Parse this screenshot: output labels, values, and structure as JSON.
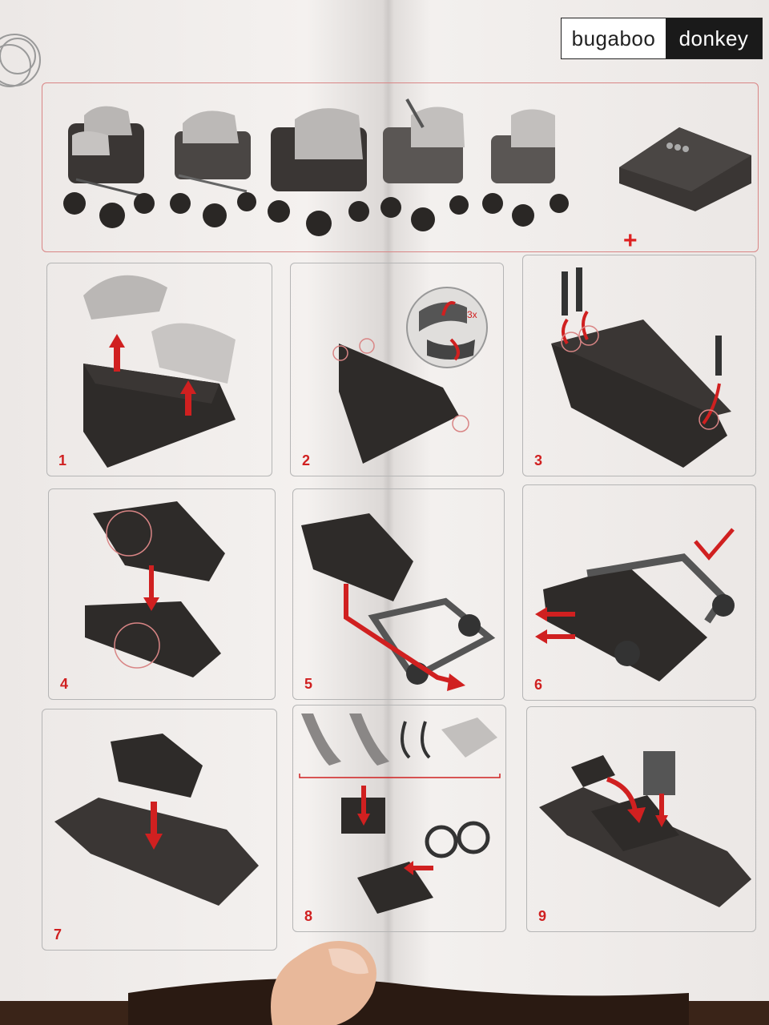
{
  "brand": {
    "left": "bugaboo",
    "right": "donkey"
  },
  "header": {
    "plus": "+"
  },
  "steps": [
    {
      "number": "1",
      "name": "remove-canopy-and-cover"
    },
    {
      "number": "2",
      "name": "release-clips",
      "badge": "3x"
    },
    {
      "number": "3",
      "name": "pull-straps"
    },
    {
      "number": "4",
      "name": "fold-carrycot"
    },
    {
      "number": "5",
      "name": "attach-to-chassis"
    },
    {
      "number": "6",
      "name": "check-attached"
    },
    {
      "number": "7",
      "name": "place-on-board"
    },
    {
      "number": "8",
      "name": "pack-parts"
    },
    {
      "number": "9",
      "name": "place-remaining-parts"
    }
  ],
  "colors": {
    "accent": "#d02020",
    "frame": "#d98585",
    "dark": "#2e2b29"
  }
}
